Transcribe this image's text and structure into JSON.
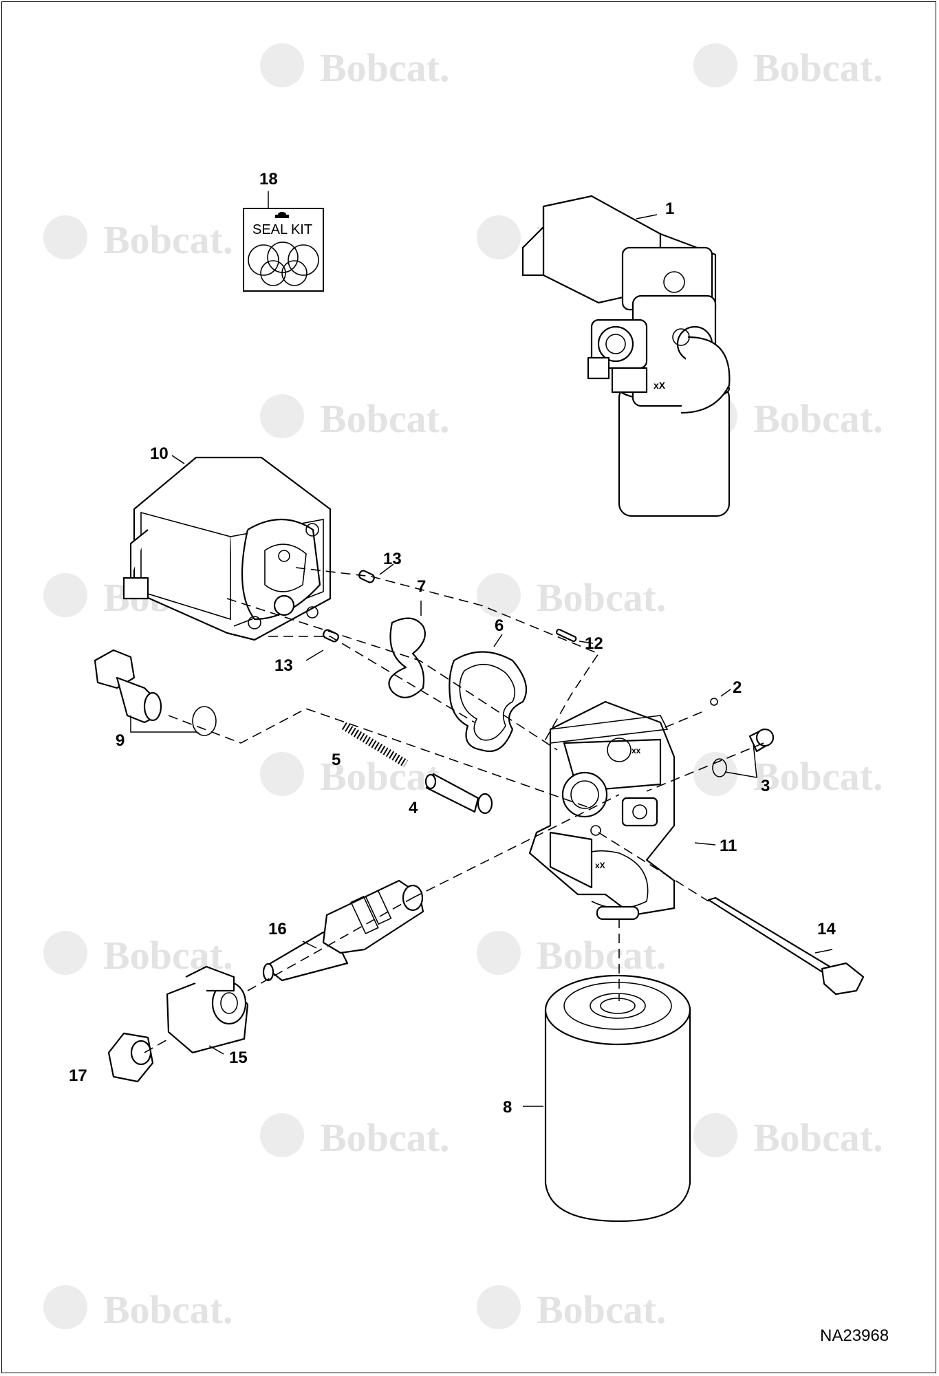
{
  "watermark": {
    "text": "Bobcat.",
    "color": "#e3e3e3"
  },
  "seal_kit": {
    "label": "SEAL KIT"
  },
  "callouts": {
    "c1": "1",
    "c2": "2",
    "c3": "3",
    "c4": "4",
    "c5": "5",
    "c6": "6",
    "c7": "7",
    "c8": "8",
    "c9": "9",
    "c10": "10",
    "c11": "11",
    "c12": "12",
    "c13a": "13",
    "c13b": "13",
    "c14": "14",
    "c15": "15",
    "c16": "16",
    "c17": "17",
    "c18": "18"
  },
  "drawing_id": "NA23968"
}
